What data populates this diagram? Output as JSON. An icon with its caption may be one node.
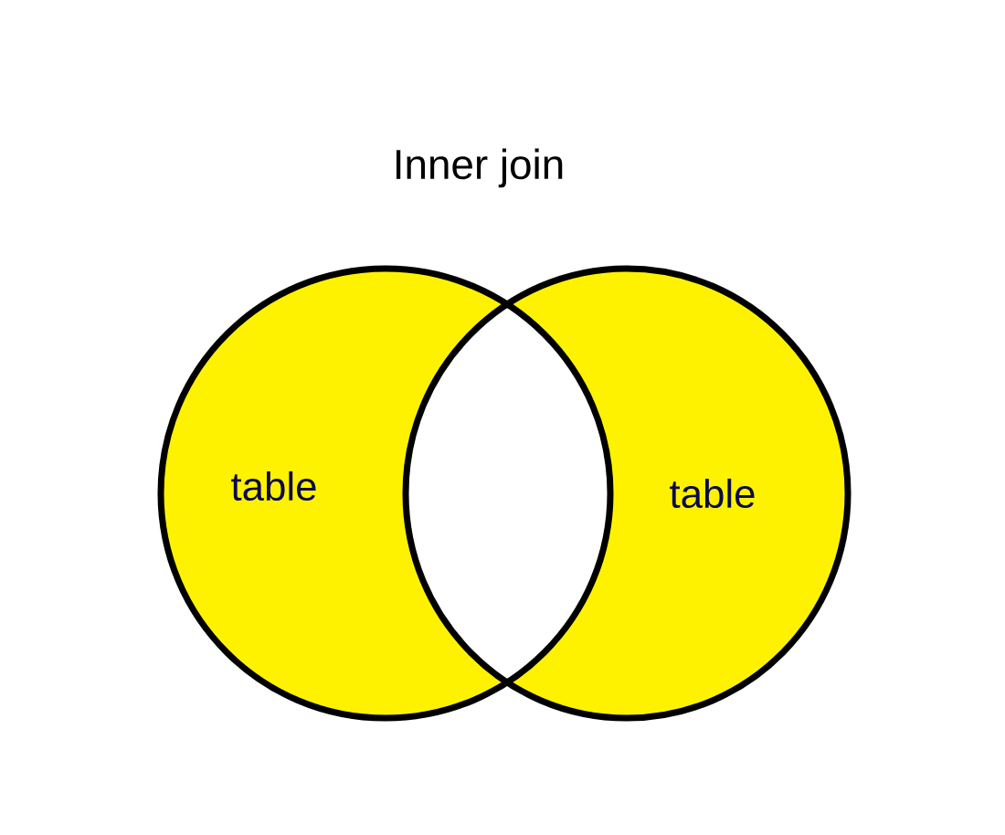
{
  "diagram": {
    "title": "Inner join",
    "nodes": [
      {
        "text": [
          "table"
        ]
      },
      {
        "text": [
          "table"
        ]
      }
    ]
  }
}
